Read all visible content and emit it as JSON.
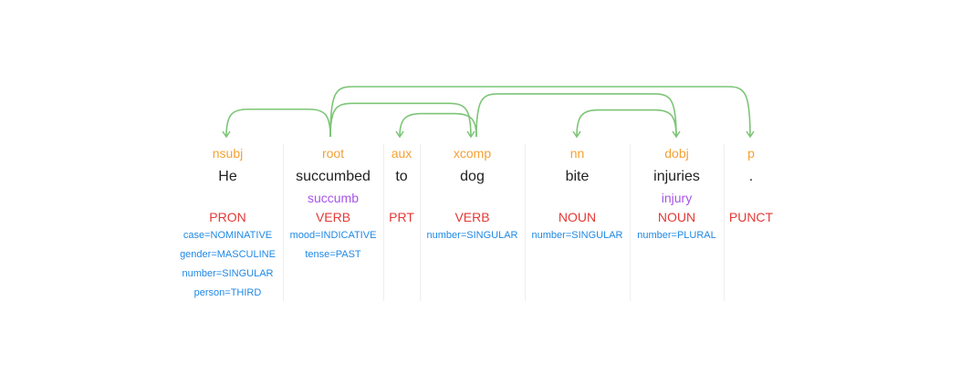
{
  "tokens": [
    {
      "dep": "nsubj",
      "word": "He",
      "lemma": "",
      "pos": "PRON",
      "features": [
        "case=NOMINATIVE",
        "gender=MASCULINE",
        "number=SINGULAR",
        "person=THIRD"
      ]
    },
    {
      "dep": "root",
      "word": "succumbed",
      "lemma": "succumb",
      "pos": "VERB",
      "features": [
        "mood=INDICATIVE",
        "tense=PAST"
      ]
    },
    {
      "dep": "aux",
      "word": "to",
      "lemma": "",
      "pos": "PRT",
      "features": []
    },
    {
      "dep": "xcomp",
      "word": "dog",
      "lemma": "",
      "pos": "VERB",
      "features": [
        "number=SINGULAR"
      ]
    },
    {
      "dep": "nn",
      "word": "bite",
      "lemma": "",
      "pos": "NOUN",
      "features": [
        "number=SINGULAR"
      ]
    },
    {
      "dep": "dobj",
      "word": "injuries",
      "lemma": "injury",
      "pos": "NOUN",
      "features": [
        "number=PLURAL"
      ]
    },
    {
      "dep": "p",
      "word": ".",
      "lemma": "",
      "pos": "PUNCT",
      "features": []
    }
  ],
  "arcs": [
    {
      "head": 1,
      "dependent": 0
    },
    {
      "head": 1,
      "dependent": 3
    },
    {
      "head": 1,
      "dependent": 6
    },
    {
      "head": 3,
      "dependent": 2
    },
    {
      "head": 3,
      "dependent": 5
    },
    {
      "head": 5,
      "dependent": 4
    }
  ],
  "colors": {
    "dep": "#f4a134",
    "word": "#222222",
    "lemma": "#a855e8",
    "pos": "#e53935",
    "feature": "#1e88e5",
    "arc": "#7cc576"
  }
}
